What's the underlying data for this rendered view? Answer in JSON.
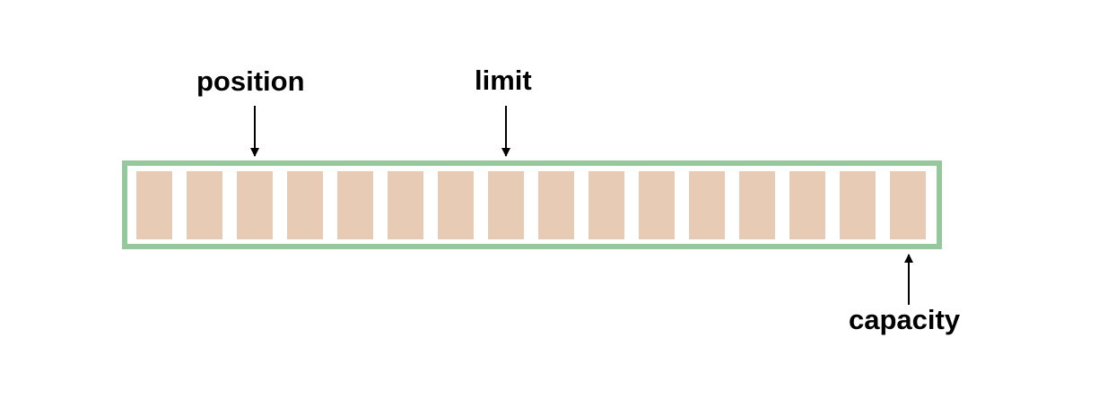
{
  "labels": {
    "position": "position",
    "limit": "limit",
    "capacity": "capacity"
  },
  "buffer": {
    "cell_count": 16,
    "position_index": 2,
    "limit_index": 7,
    "capacity_index": 15
  },
  "colors": {
    "border": "#97c79c",
    "cell": "#e8cbb5",
    "text": "#000000"
  }
}
